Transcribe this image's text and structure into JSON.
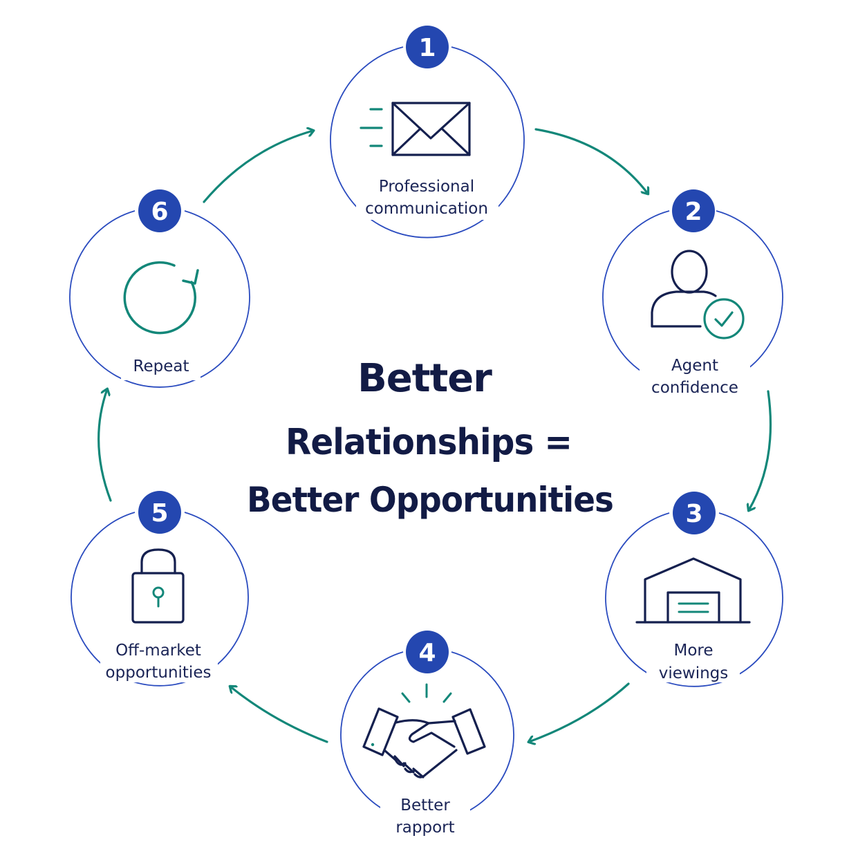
{
  "colors": {
    "ring": "#2a4bbf",
    "badge": "#2447b0",
    "arrow": "#138779",
    "icon_dark": "#15204f",
    "icon_teal": "#138779",
    "text": "#1a2456"
  },
  "center": {
    "line1": "Better",
    "line2": "Relationships =",
    "line3": "Better Opportunities"
  },
  "steps": [
    {
      "number": "1",
      "icon": "envelope-icon",
      "label_line1": "Professional",
      "label_line2": "communication"
    },
    {
      "number": "2",
      "icon": "user-check-icon",
      "label_line1": "Agent",
      "label_line2": "confidence"
    },
    {
      "number": "3",
      "icon": "warehouse-icon",
      "label_line1": "More",
      "label_line2": "viewings"
    },
    {
      "number": "4",
      "icon": "handshake-icon",
      "label_line1": "Better",
      "label_line2": "rapport"
    },
    {
      "number": "5",
      "icon": "padlock-icon",
      "label_line1": "Off-market",
      "label_line2": "opportunities"
    },
    {
      "number": "6",
      "icon": "refresh-icon",
      "label_line1": "Repeat",
      "label_line2": ""
    }
  ]
}
